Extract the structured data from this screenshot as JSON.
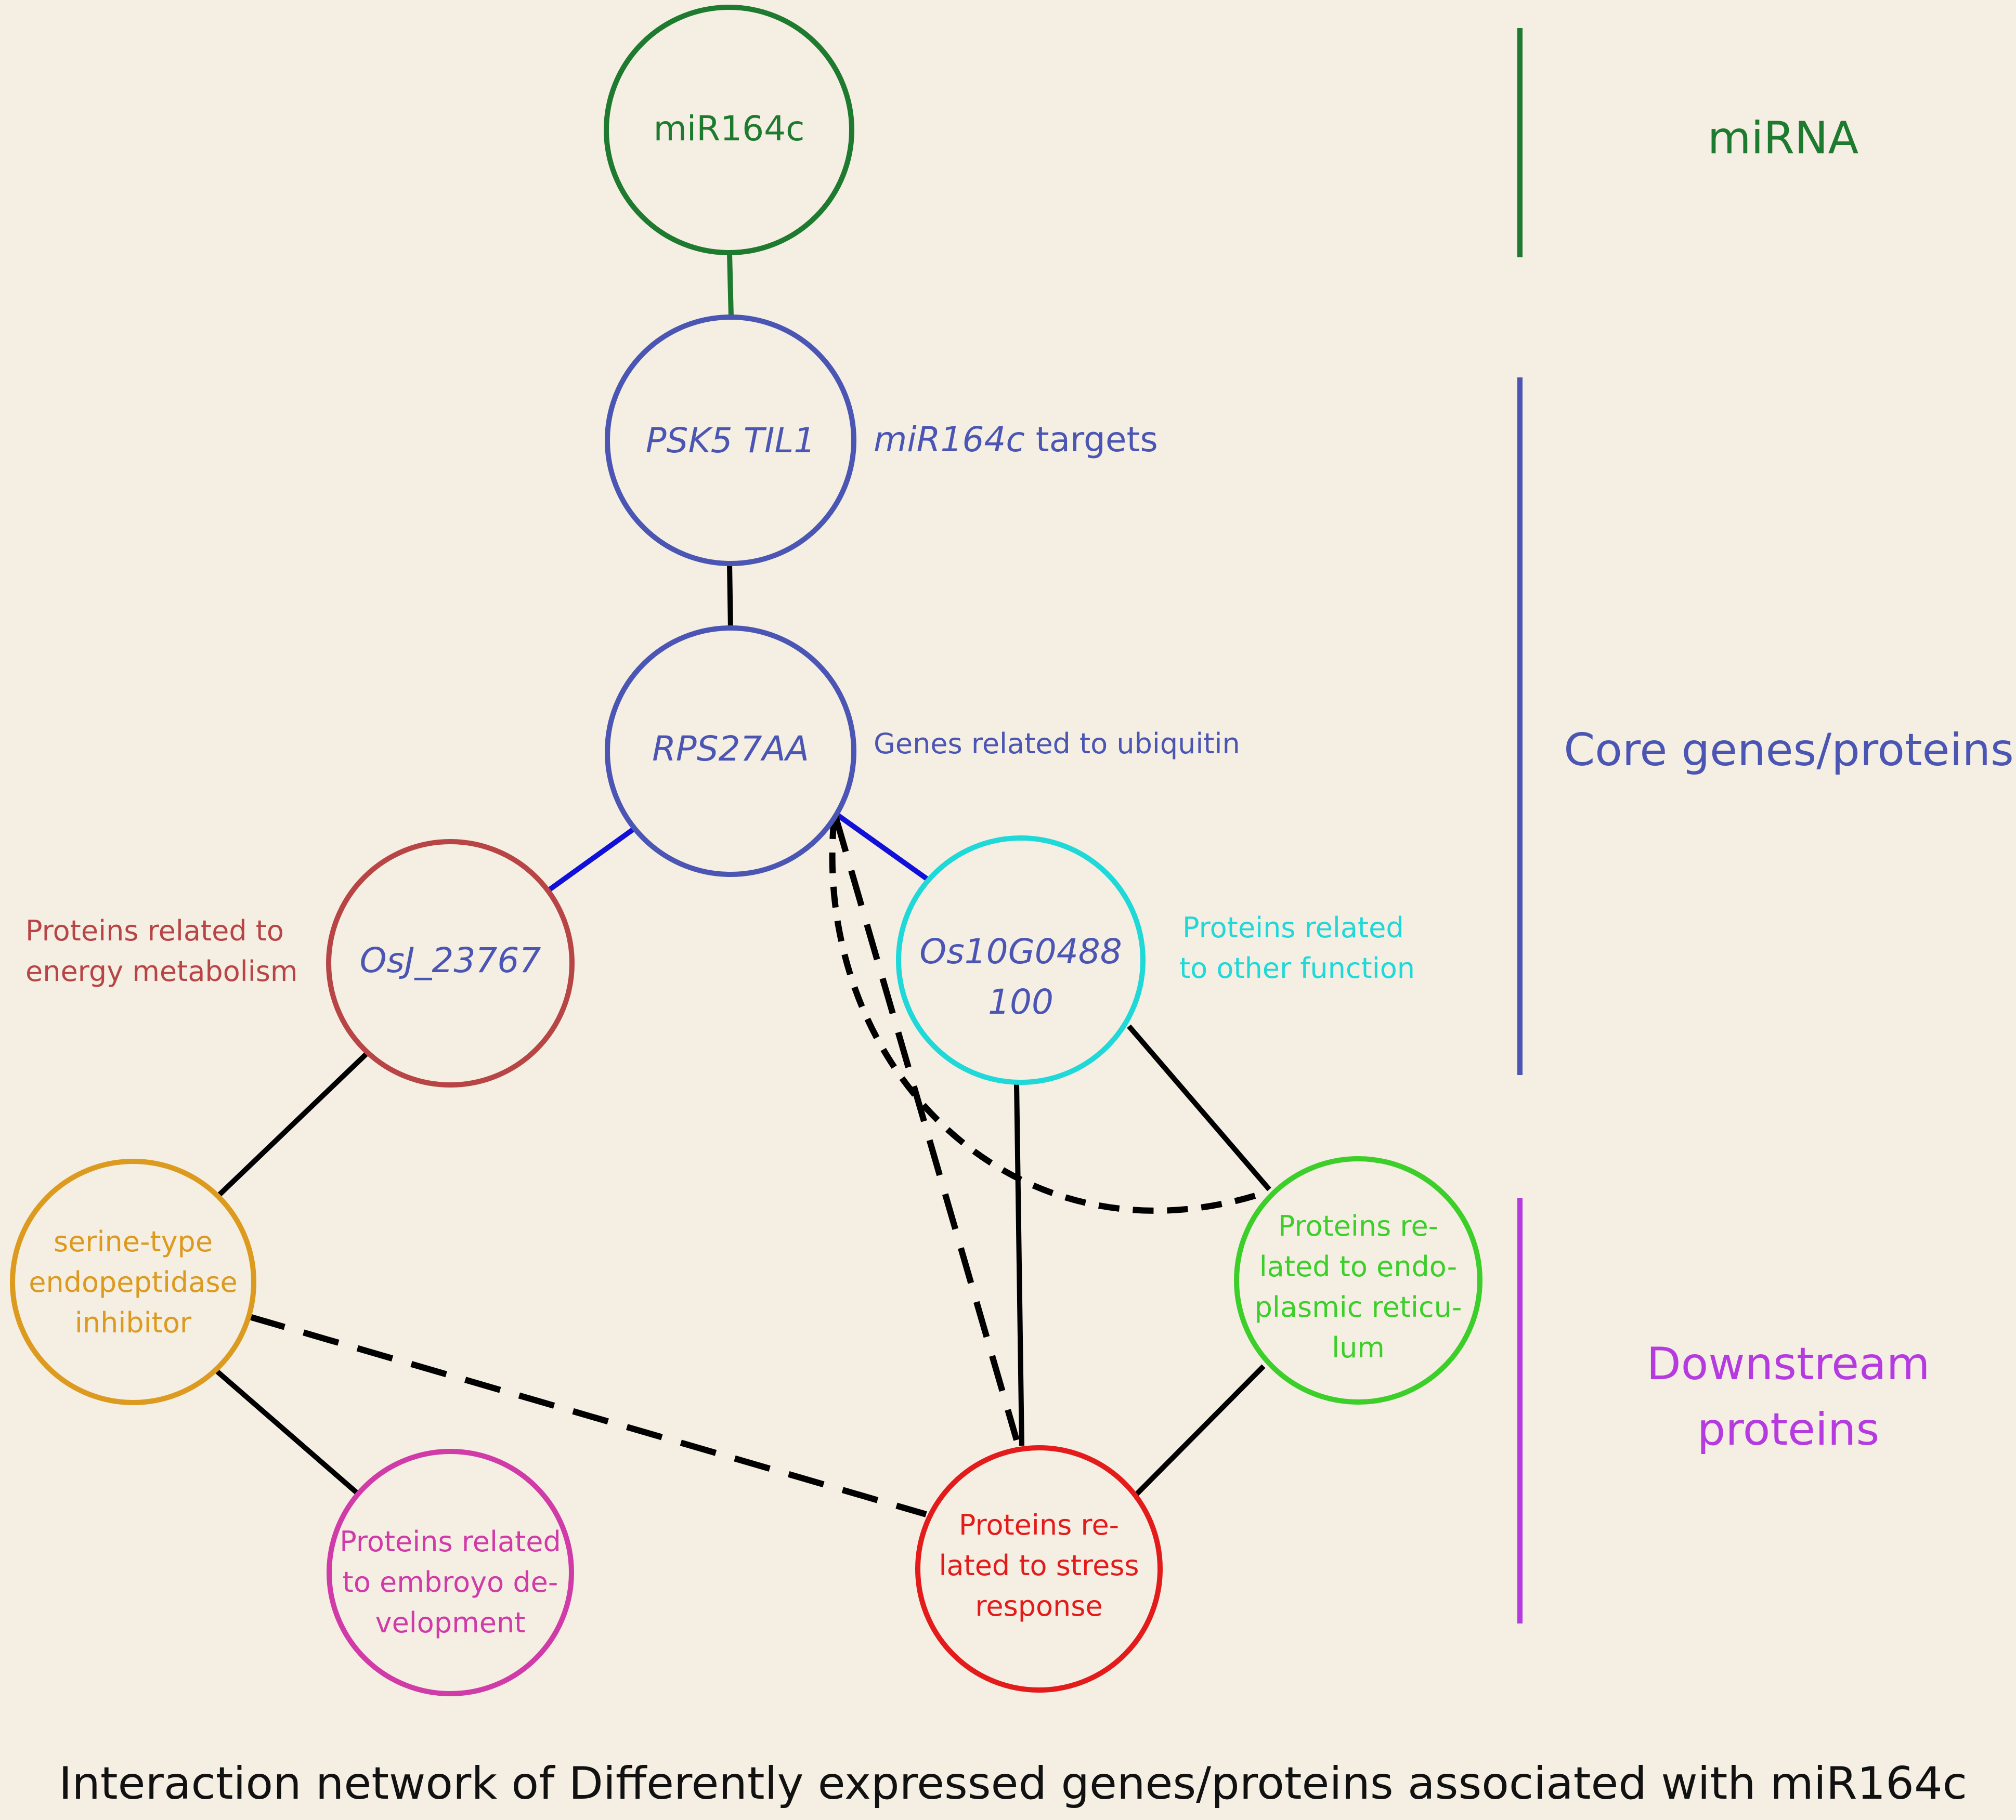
{
  "title": "Interaction network of Differently expressed genes/proteins associated with miR164c",
  "colors": {
    "background": "#f5eee3",
    "mirna": "#1e7a2e",
    "core": "#4a55b4",
    "energy": "#b84545",
    "other_function": "#1fd8d8",
    "serine": "#dc9a1e",
    "embryo": "#d03ba8",
    "stress": "#e31b1b",
    "er": "#3ccf2a",
    "downstream": "#b53be0",
    "edge": "#000000",
    "blue_edge": "#1010d8"
  },
  "nodes": {
    "mirna": {
      "label": "miR164c"
    },
    "psk5": {
      "label": "PSK5 TIL1"
    },
    "rps27aa": {
      "label": "RPS27AA"
    },
    "osj": {
      "label": "OsJ_23767"
    },
    "os10": {
      "line1": "Os10G0488",
      "line2": "100"
    },
    "serine": {
      "line1": "serine-type",
      "line2": "endopeptidase",
      "line3": "inhibitor"
    },
    "embryo": {
      "line1": "Proteins related",
      "line2": "to embroyo de-",
      "line3": "velopment"
    },
    "stress": {
      "line1": "Proteins re-",
      "line2": "lated to stress",
      "line3": "response"
    },
    "er": {
      "line1": "Proteins re-",
      "line2": "lated to endo-",
      "line3": "plasmic reticu-",
      "line4": "lum"
    }
  },
  "annotations": {
    "targets_italic": "miR164c",
    "targets_rest": " targets",
    "ubiquitin": "Genes related to ubiquitin",
    "energy_line1": "Proteins related to",
    "energy_line2": "energy metabolism",
    "other_line1": "Proteins related",
    "other_line2": "to other function"
  },
  "legend": {
    "mirna": "miRNA",
    "core": "Core genes/proteins",
    "downstream_line1": "Downstream",
    "downstream_line2": "proteins"
  }
}
